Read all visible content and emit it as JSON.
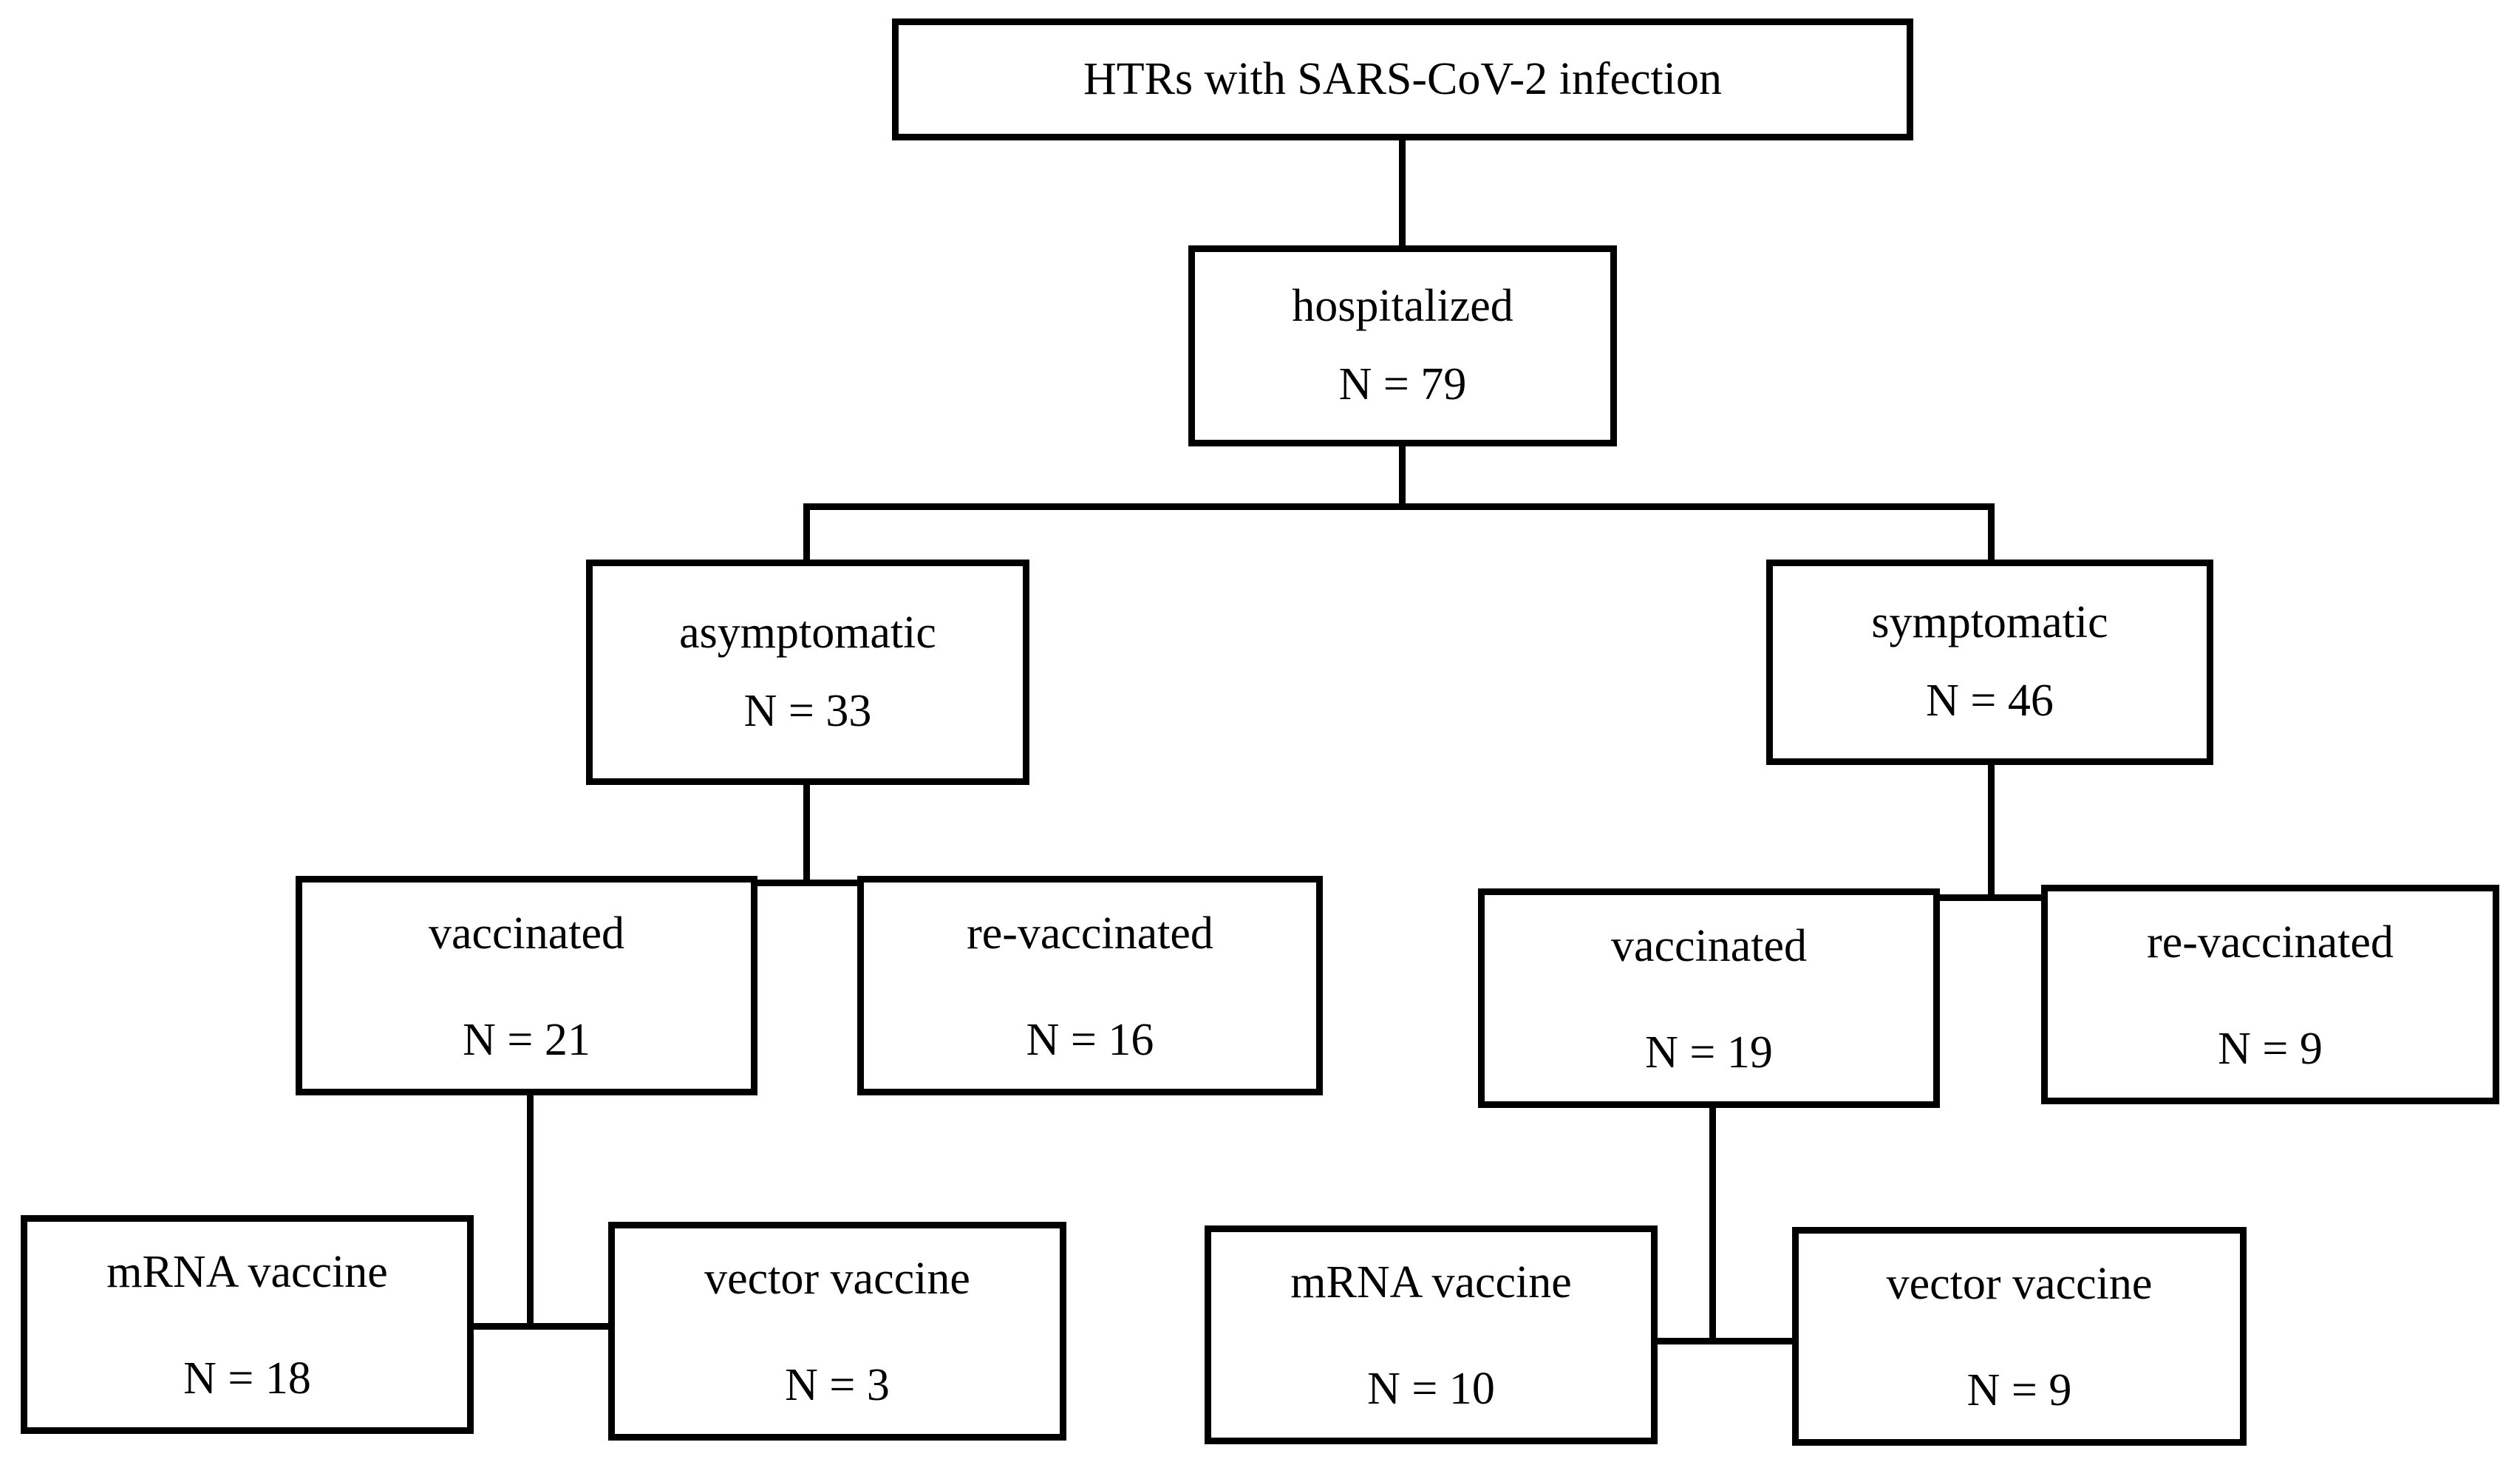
{
  "figure": {
    "type": "flowchart",
    "title": "HTRs with SARS-CoV-2 infection cohort flow",
    "orientation": "top-down",
    "line_color": "#000000",
    "box_fill": "#ffffff",
    "box_border_color": "#000000"
  },
  "nodes": {
    "root": {
      "label": "HTRs with SARS-CoV-2 infection",
      "count_label": "",
      "n": null
    },
    "hospitalized": {
      "label": "hospitalized",
      "count_label": "N = 79",
      "n": 79
    },
    "asymptomatic": {
      "label": "asymptomatic",
      "count_label": "N = 33",
      "n": 33
    },
    "symptomatic": {
      "label": "symptomatic",
      "count_label": "N = 46",
      "n": 46
    },
    "asym_vaccinated": {
      "label": "vaccinated",
      "count_label": "N = 21",
      "n": 21
    },
    "asym_revaccinated": {
      "label": "re-vaccinated",
      "count_label": "N = 16",
      "n": 16
    },
    "sym_vaccinated": {
      "label": "vaccinated",
      "count_label": "N = 19",
      "n": 19
    },
    "sym_revaccinated": {
      "label": "re-vaccinated",
      "count_label": "N = 9",
      "n": 9
    },
    "asym_mrna": {
      "label": "mRNA vaccine",
      "count_label": "N = 18",
      "n": 18
    },
    "asym_vector": {
      "label": "vector vaccine",
      "count_label": "N = 3",
      "n": 3
    },
    "sym_mrna": {
      "label": "mRNA vaccine",
      "count_label": "N = 10",
      "n": 10
    },
    "sym_vector": {
      "label": "vector vaccine",
      "count_label": "N = 9",
      "n": 9
    }
  },
  "edges": [
    {
      "from": "root",
      "to": "hospitalized"
    },
    {
      "from": "hospitalized",
      "to": "asymptomatic"
    },
    {
      "from": "hospitalized",
      "to": "symptomatic"
    },
    {
      "from": "asymptomatic",
      "to": "asym_vaccinated"
    },
    {
      "from": "asymptomatic",
      "to": "asym_revaccinated"
    },
    {
      "from": "symptomatic",
      "to": "sym_vaccinated"
    },
    {
      "from": "symptomatic",
      "to": "sym_revaccinated"
    },
    {
      "from": "asym_vaccinated",
      "to": "asym_mrna"
    },
    {
      "from": "asym_vaccinated",
      "to": "asym_vector"
    },
    {
      "from": "sym_vaccinated",
      "to": "sym_mrna"
    },
    {
      "from": "sym_vaccinated",
      "to": "sym_vector"
    }
  ]
}
